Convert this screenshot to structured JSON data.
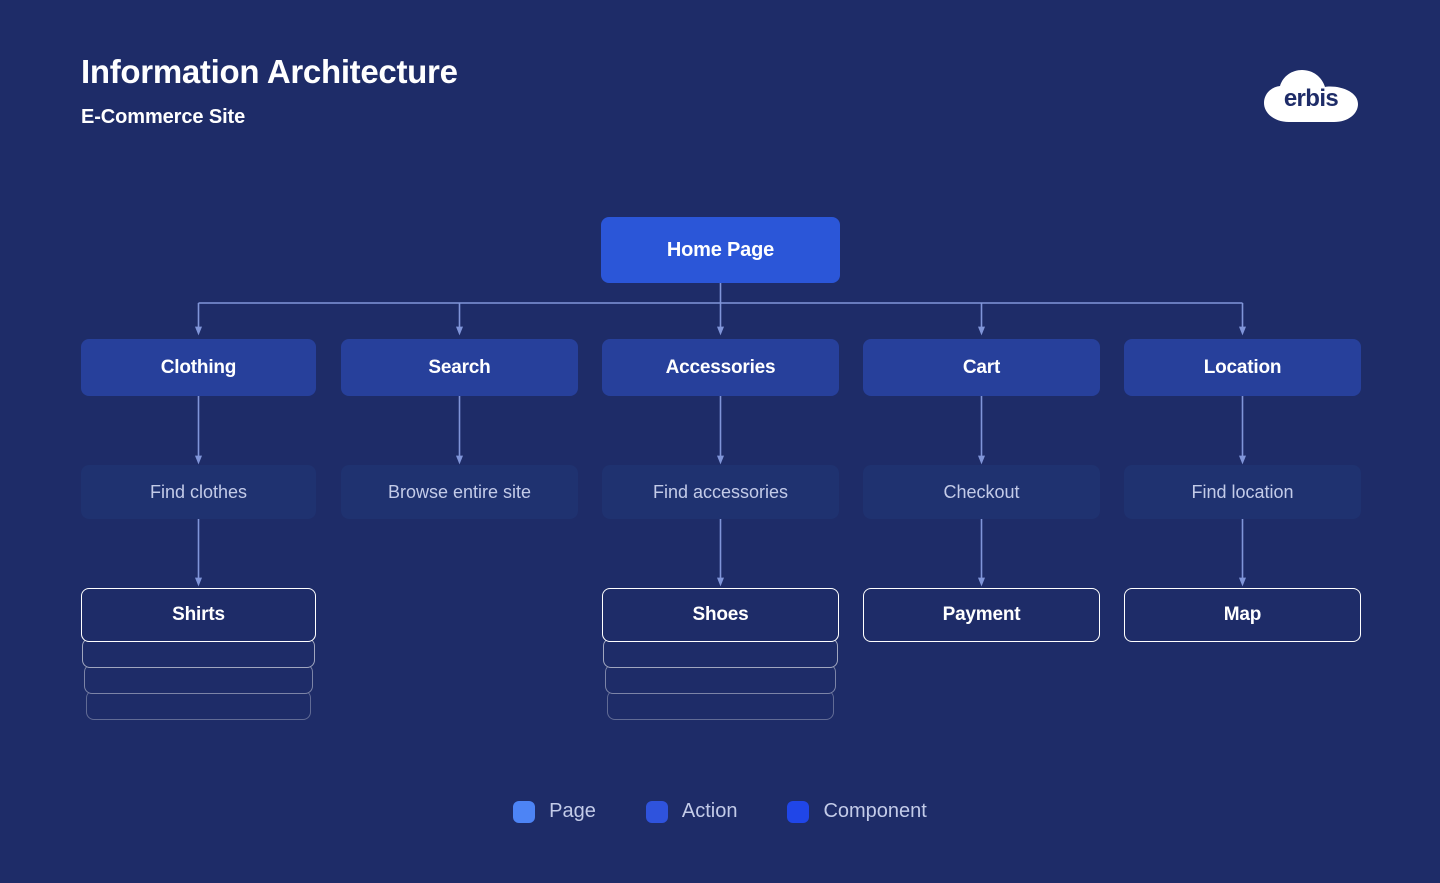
{
  "header": {
    "title": "Information Architecture",
    "subtitle": "E-Commerce Site"
  },
  "logo": {
    "text": "erbis",
    "shape": "cloud-logo",
    "cloud_color": "#ffffff",
    "text_color": "#1e2c68"
  },
  "colors": {
    "background": "#1e2c68",
    "root_node": "#2b56d8",
    "page_node": "#27409b",
    "action_node": "#1f3270",
    "component_border": "#ffffff",
    "connector": "#8095d9",
    "body_text": "#c3cbe8",
    "heading_text": "#ffffff"
  },
  "chart_data": {
    "type": "tree-diagram",
    "title": "Information Architecture",
    "subtitle": "E-Commerce Site",
    "root": "Home Page",
    "columns": [
      {
        "page": "Clothing",
        "action": "Find clothes",
        "component": "Shirts",
        "component_stacked": true
      },
      {
        "page": "Search",
        "action": "Browse entire site",
        "component": null,
        "component_stacked": false
      },
      {
        "page": "Accessories",
        "action": "Find accessories",
        "component": "Shoes",
        "component_stacked": true
      },
      {
        "page": "Cart",
        "action": "Checkout",
        "component": "Payment",
        "component_stacked": false
      },
      {
        "page": "Location",
        "action": "Find location",
        "component": "Map",
        "component_stacked": false
      }
    ]
  },
  "diagram": {
    "root": {
      "label": "Home Page"
    },
    "row_pages": [
      {
        "label": "Clothing"
      },
      {
        "label": "Search"
      },
      {
        "label": "Accessories"
      },
      {
        "label": "Cart"
      },
      {
        "label": "Location"
      }
    ],
    "row_actions": [
      {
        "label": "Find clothes"
      },
      {
        "label": "Browse entire site"
      },
      {
        "label": "Find accessories"
      },
      {
        "label": "Checkout"
      },
      {
        "label": "Find location"
      }
    ],
    "row_components": [
      {
        "label": "Shirts"
      },
      {
        "label": "Shoes"
      },
      {
        "label": "Payment"
      },
      {
        "label": "Map"
      }
    ]
  },
  "legend": {
    "items": [
      {
        "label": "Page",
        "color": "#4d84f5"
      },
      {
        "label": "Action",
        "color": "#2f53dd"
      },
      {
        "label": "Component",
        "color": "#2046e8"
      }
    ]
  }
}
